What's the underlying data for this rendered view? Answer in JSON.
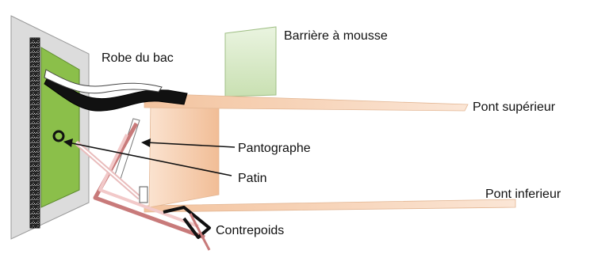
{
  "labels": {
    "barriere": "Barrière à mousse",
    "robe": "Robe du bac",
    "pont_superieur": "Pont supérieur",
    "pantographe": "Pantographe",
    "patin": "Patin",
    "pont_inferieur": "Pont inferieur",
    "contrepoids": "Contrepoids"
  },
  "colors": {
    "tank_shell": "#d9d9d9",
    "green_panel": "#8bbf4a",
    "foam_barrier": "#d8ebc7",
    "deck": "#f6d2b6",
    "seal_black": "#111111",
    "pantograph_red": "#c87a7a"
  }
}
